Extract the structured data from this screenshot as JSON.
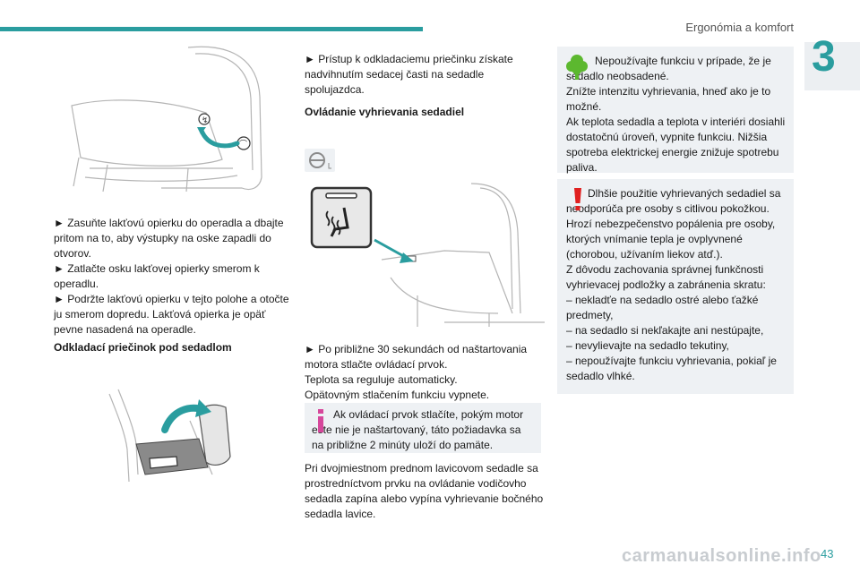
{
  "header": {
    "section_title": "Ergonómia a komfort",
    "chapter_number": "3"
  },
  "col1": {
    "steps": [
      "► Zasuňte lakťovú opierku do operadla a dbajte pritom na to, aby výstupky na oske zapadli do otvorov.",
      "► Zatlačte osku lakťovej opierky smerom k operadlu.",
      "► Podržte lakťovú opierku v tejto polohe a otočte ju smerom dopredu. Lakťová opierka je opäť pevne nasadená na operadle."
    ],
    "heading": "Odkladací priečinok pod sedadlom"
  },
  "col2": {
    "intro": "► Prístup k odkladaciemu priečinku získate nadvihnutím sedacej časti na sedadle spolujazdca.",
    "heading": "Ovládanie vyhrievania sedadiel",
    "steps": [
      "► Po približne 30 sekundách od naštartovania motora stlačte ovládací prvok.",
      "Teplota sa reguluje automaticky.",
      "Opätovným stlačením funkciu vypnete."
    ],
    "info_box": "Ak ovládací prvok stlačíte, pokým motor ešte nie je naštartovaný, táto požiadavka sa na približne 2 minúty uloží do pamäte.",
    "bench_text": "Pri dvojmiestnom prednom lavicovom sedadle sa prostredníctvom prvku na ovládanie vodičovho sedadla zapína alebo vypína vyhrievanie bočného sedadla lavice."
  },
  "col3": {
    "eco_box": {
      "lines": [
        "Nepoužívajte funkciu v prípade, že je sedadlo neobsadené.",
        "Znížte intenzitu vyhrievania, hneď ako je to možné.",
        "Ak teplota sedadla a teplota v interiéri dosiahli dostatočnú úroveň, vypnite funkciu. Nižšia spotreba elektrickej energie znižuje spotrebu paliva."
      ]
    },
    "warning_box": {
      "lines": [
        "Dlhšie použitie vyhrievaných sedadiel sa neodporúča pre osoby s citlivou pokožkou.",
        "Hrozí nebezpečenstvo popálenia pre osoby, ktorých vnímanie tepla je ovplyvnené (chorobou, užívaním liekov atď.).",
        "Z dôvodu zachovania správnej funkčnosti vyhrievacej podložky a zabránenia skratu:",
        "– nekladťe na sedadlo ostré alebo ťažké predmety,",
        "– na sedadlo si nekľakajte ani nestúpajte,",
        "– nevylievajte na sedadlo tekutiny,",
        "– nepoužívajte funkciu vyhrievania, pokiaľ je sedadlo vlhké."
      ]
    }
  },
  "footer": {
    "page_number": "43",
    "watermark": "carmanualsonline.info"
  },
  "colors": {
    "accent": "#2a9d9f",
    "eco_green": "#5cb82f",
    "warning_red": "#e02020",
    "info_magenta": "#d6479b",
    "box_bg": "#eef1f4"
  },
  "icons": [
    "armrest-illustration",
    "storage-drawer-illustration",
    "steering-wheel-icon",
    "seat-heating-button-illustration",
    "tree-eco-icon",
    "exclamation-warning-icon",
    "info-icon"
  ]
}
